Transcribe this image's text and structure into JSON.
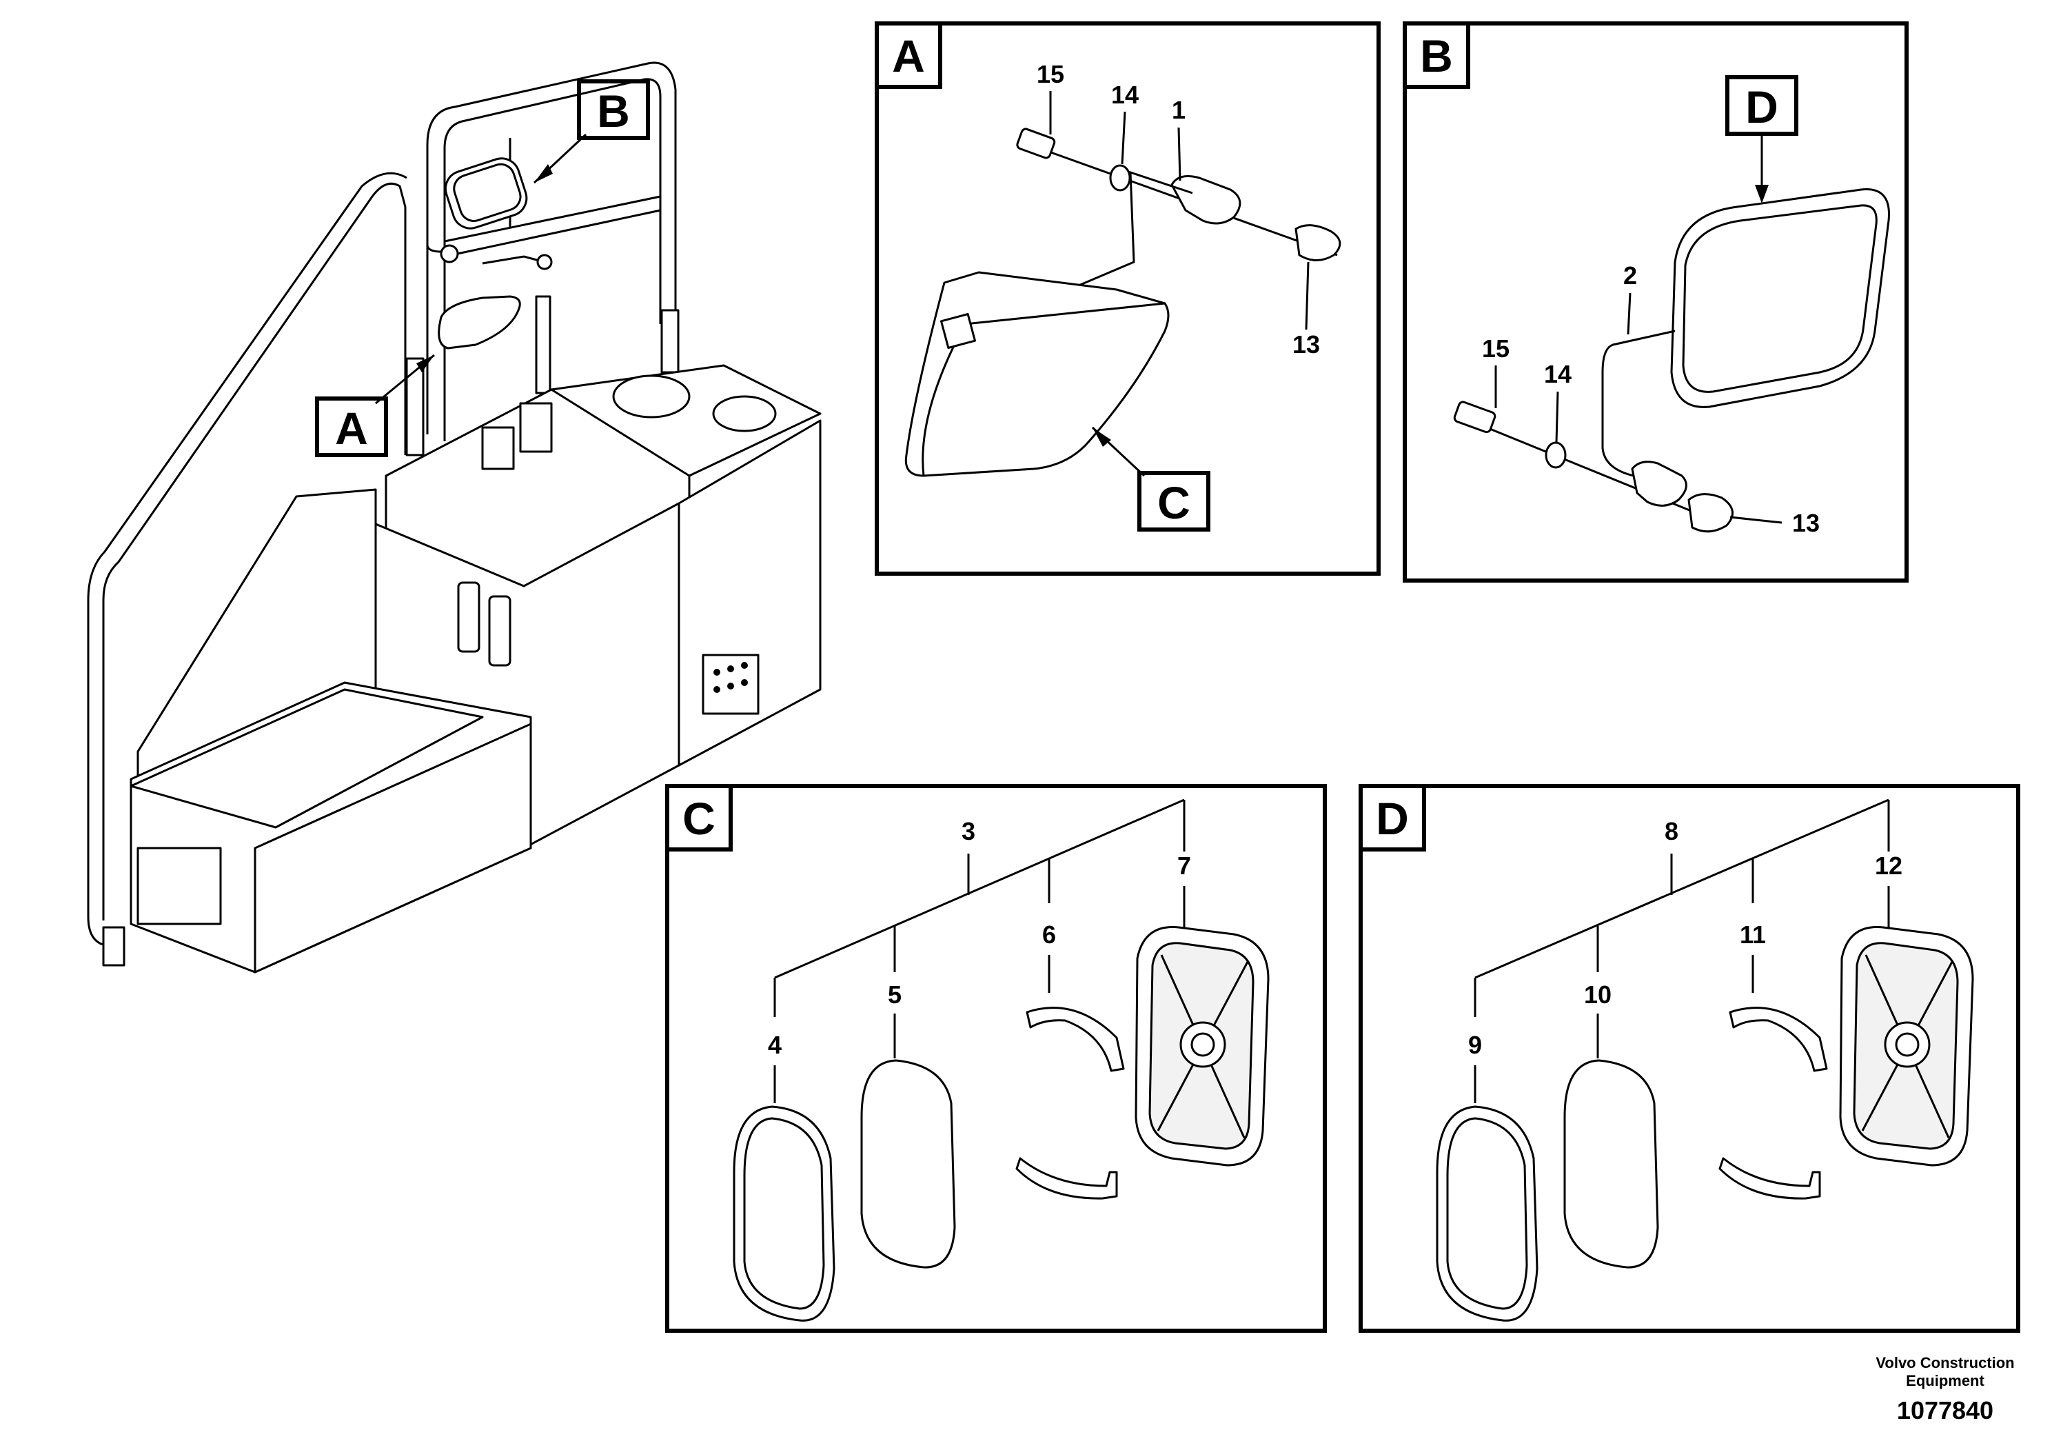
{
  "overview": {
    "label_a": "A",
    "label_b": "B"
  },
  "panel_a": {
    "tag": "A",
    "callouts": {
      "p15": "15",
      "p14": "14",
      "p1": "1",
      "p13": "13",
      "c": "C"
    }
  },
  "panel_b": {
    "tag": "B",
    "callouts": {
      "d": "D",
      "p2": "2",
      "p15": "15",
      "p14": "14",
      "p13": "13"
    }
  },
  "panel_c": {
    "tag": "C",
    "callouts": {
      "p3": "3",
      "p7": "7",
      "p6": "6",
      "p5": "5",
      "p4": "4"
    }
  },
  "panel_d": {
    "tag": "D",
    "callouts": {
      "p8": "8",
      "p12": "12",
      "p11": "11",
      "p10": "10",
      "p9": "9"
    }
  },
  "footer": {
    "company_line1": "Volvo Construction",
    "company_line2": "Equipment",
    "drawing_number": "1077840"
  }
}
